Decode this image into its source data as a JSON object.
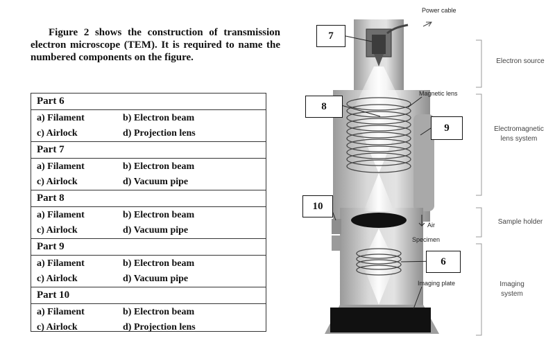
{
  "intro_text": "Figure 2 shows the construction of transmission electron microscope (TEM). It is required to name the numbered components on the figure.",
  "parts": [
    {
      "title": "Part 6",
      "a": "a) Filament",
      "b": "b) Electron beam",
      "c": "c)  Airlock",
      "d": "d)  Projection lens"
    },
    {
      "title": "Part 7",
      "a": "a) Filament",
      "b": "b) Electron beam",
      "c": "c)  Airlock",
      "d": "d)  Vacuum pipe"
    },
    {
      "title": "Part 8",
      "a": "a) Filament",
      "b": "b) Electron beam",
      "c": "c)  Airlock",
      "d": "d)  Vacuum pipe"
    },
    {
      "title": "Part 9",
      "a": "a) Filament",
      "b": "b) Electron beam",
      "c": "c)  Airlock",
      "d": "d) Vacuum pipe"
    },
    {
      "title": "Part 10",
      "a": "a) Filament",
      "b": "b) Electron beam",
      "c": "c)  Airlock",
      "d": "d) Projection lens"
    }
  ],
  "figure": {
    "labels": {
      "power_cable": "Power cable",
      "magnetic_lens": "Magnetic lens",
      "air": "Air",
      "specimen": "Specimen",
      "imaging_plate": "Imaging plate"
    },
    "sections": {
      "electron_source": "Electron source",
      "lens_system_line1": "Electromagnetic",
      "lens_system_line2": "lens system",
      "sample_holder": "Sample holder",
      "imaging_line1": "Imaging",
      "imaging_line2": "system"
    },
    "numbers": {
      "n7": "7",
      "n8": "8",
      "n9": "9",
      "n10": "10",
      "n6": "6"
    }
  }
}
